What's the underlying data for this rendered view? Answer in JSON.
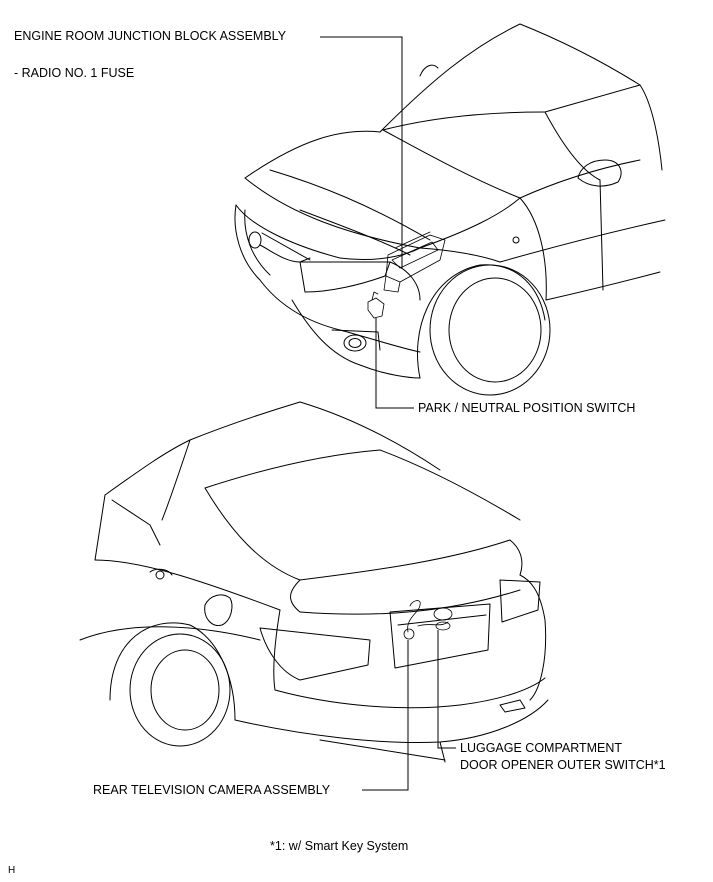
{
  "labels": {
    "engine_room_jb": "ENGINE ROOM JUNCTION BLOCK ASSEMBLY",
    "radio_fuse": "- RADIO NO. 1 FUSE",
    "park_neutral": "PARK / NEUTRAL POSITION SWITCH",
    "luggage_line1": "LUGGAGE COMPARTMENT",
    "luggage_line2": "DOOR OPENER OUTER SWITCH*1",
    "rear_camera": "REAR TELEVISION CAMERA ASSEMBLY"
  },
  "footnote": "*1: w/ Smart Key System",
  "code": "H"
}
